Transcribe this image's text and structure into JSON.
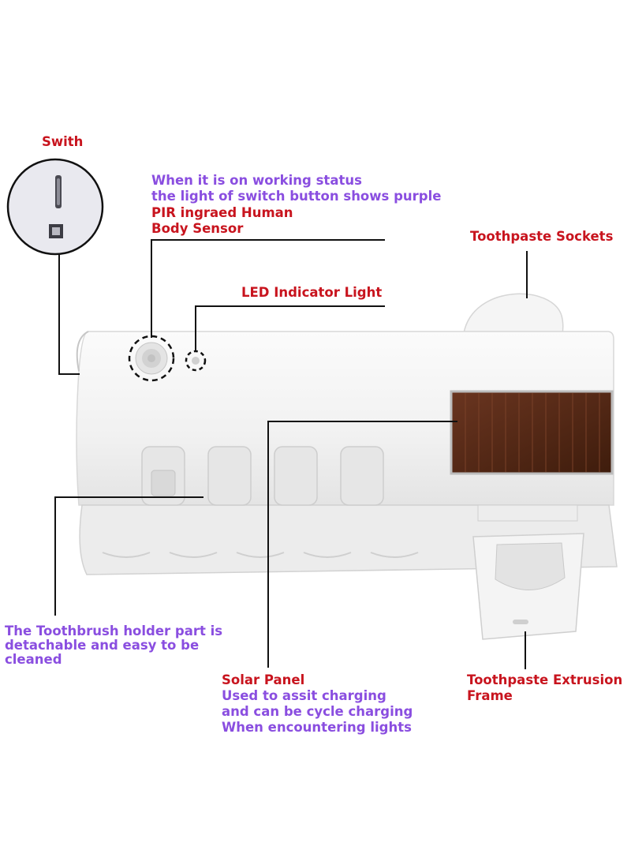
{
  "labels": {
    "switch": "Swith",
    "working_status_line1": "When it is on working status",
    "working_status_line2": "the light of switch button shows purple",
    "pir_line1": "PIR ingraed Human",
    "pir_line2": "Body Sensor",
    "led": "LED Indicator Light",
    "toothpaste_sockets": "Toothpaste Sockets",
    "holder_line1": "The Toothbrush holder part is",
    "holder_line2": "detachable and easy to be",
    "holder_line3": "cleaned",
    "solar_title": "Solar Panel",
    "solar_line1": "Used to assit charging",
    "solar_line2": "and can be cycle charging",
    "solar_line3": "When encountering lights",
    "extrusion_line1": "Toothpaste Extrusion",
    "extrusion_line2": "Frame"
  },
  "colors": {
    "red_label": "#c8141e",
    "purple_label": "#8a4ee0",
    "solar_panel": "#5a2c16",
    "device_body": "#f2f2f2"
  }
}
